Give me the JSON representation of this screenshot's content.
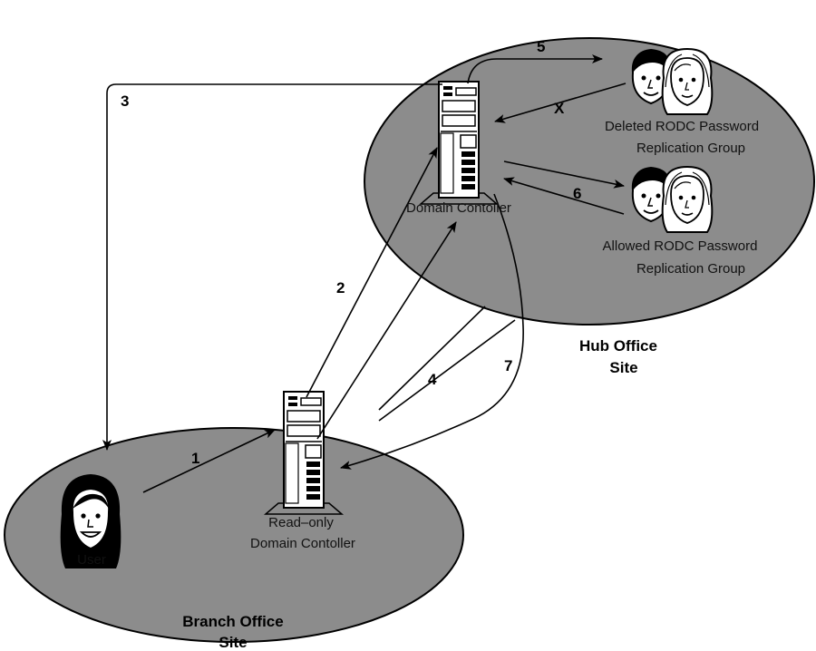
{
  "hub": {
    "site_line1": "Hub Office",
    "site_line2": "Site",
    "dc_label": "Domain Contoller",
    "denied_group_line1": "Deleted RODC Password",
    "denied_group_line2": "Replication Group",
    "allowed_group_line1": "Allowed RODC Password",
    "allowed_group_line2": "Replication Group"
  },
  "branch": {
    "site_line1": "Branch Office",
    "site_line2": "Site",
    "user_label": "User",
    "rodc_line1": "Read–only",
    "rodc_line2": "Domain Contoller"
  },
  "steps": {
    "s1": "1",
    "s2": "2",
    "s3": "3",
    "s4": "4",
    "s5": "5",
    "s6": "6",
    "s7": "7",
    "blocked": "X"
  },
  "colors": {
    "ellipse_fill": "#8c8c8c",
    "line": "#000000",
    "server_fill": "#ffffff"
  }
}
